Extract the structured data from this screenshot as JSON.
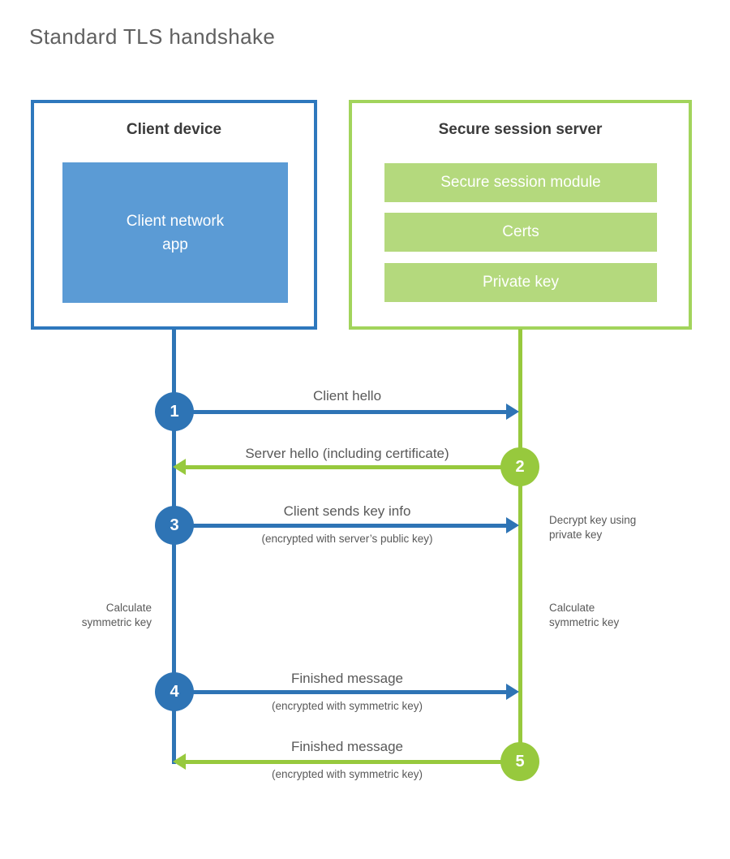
{
  "title": "Standard TLS handshake",
  "colors": {
    "blue": "#2e74b5",
    "blue_border": "#2e78bd",
    "blue_light": "#5b9bd5",
    "green": "#97c93d",
    "green_border": "#a2d45c",
    "green_bar": "#b4d97d"
  },
  "client": {
    "header": "Client device",
    "app_label": "Client network\napp"
  },
  "server": {
    "header": "Secure session server",
    "modules": [
      "Secure session module",
      "Certs",
      "Private key"
    ]
  },
  "steps": [
    {
      "number": "1",
      "label": "Client hello",
      "sublabel": "",
      "direction": "right"
    },
    {
      "number": "2",
      "label": "Server hello (including certificate)",
      "sublabel": "",
      "direction": "left"
    },
    {
      "number": "3",
      "label": "Client sends key info",
      "sublabel": "(encrypted with server’s public key)",
      "direction": "right"
    },
    {
      "number": "4",
      "label": "Finished message",
      "sublabel": "(encrypted with symmetric key)",
      "direction": "right"
    },
    {
      "number": "5",
      "label": "Finished message",
      "sublabel": "(encrypted with symmetric key)",
      "direction": "left"
    }
  ],
  "notes": {
    "decrypt": "Decrypt key using\nprivate key",
    "calc_left": "Calculate\nsymmetric key",
    "calc_right": "Calculate\nsymmetric key"
  }
}
